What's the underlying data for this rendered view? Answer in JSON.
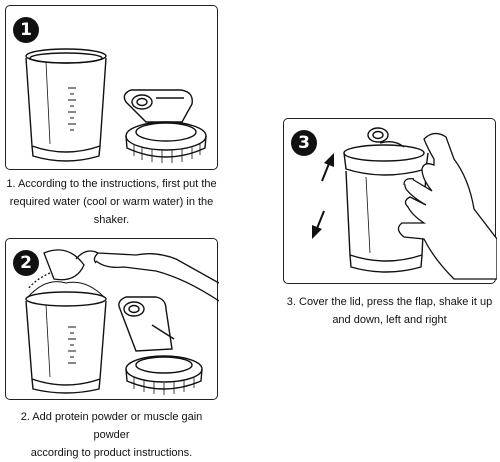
{
  "steps": [
    {
      "number": "1",
      "caption_lines": [
        "1. According to the instructions, first put the",
        "required water (cool or warm water) in the",
        "shaker."
      ],
      "illustration": [
        "shaker-cup",
        "shaker-lid"
      ]
    },
    {
      "number": "2",
      "caption_lines": [
        "2. Add protein powder or muscle gain powder",
        "according to product instructions."
      ],
      "illustration": [
        "hand-icon",
        "powder-scoop",
        "shaker-cup",
        "shaker-lid"
      ]
    },
    {
      "number": "3",
      "caption_lines": [
        "3. Cover the lid, press the flap, shake it up",
        "and down, left and right"
      ],
      "illustration": [
        "hand-icon",
        "closed-shaker",
        "arrow-up-icon",
        "arrow-down-icon"
      ]
    }
  ]
}
